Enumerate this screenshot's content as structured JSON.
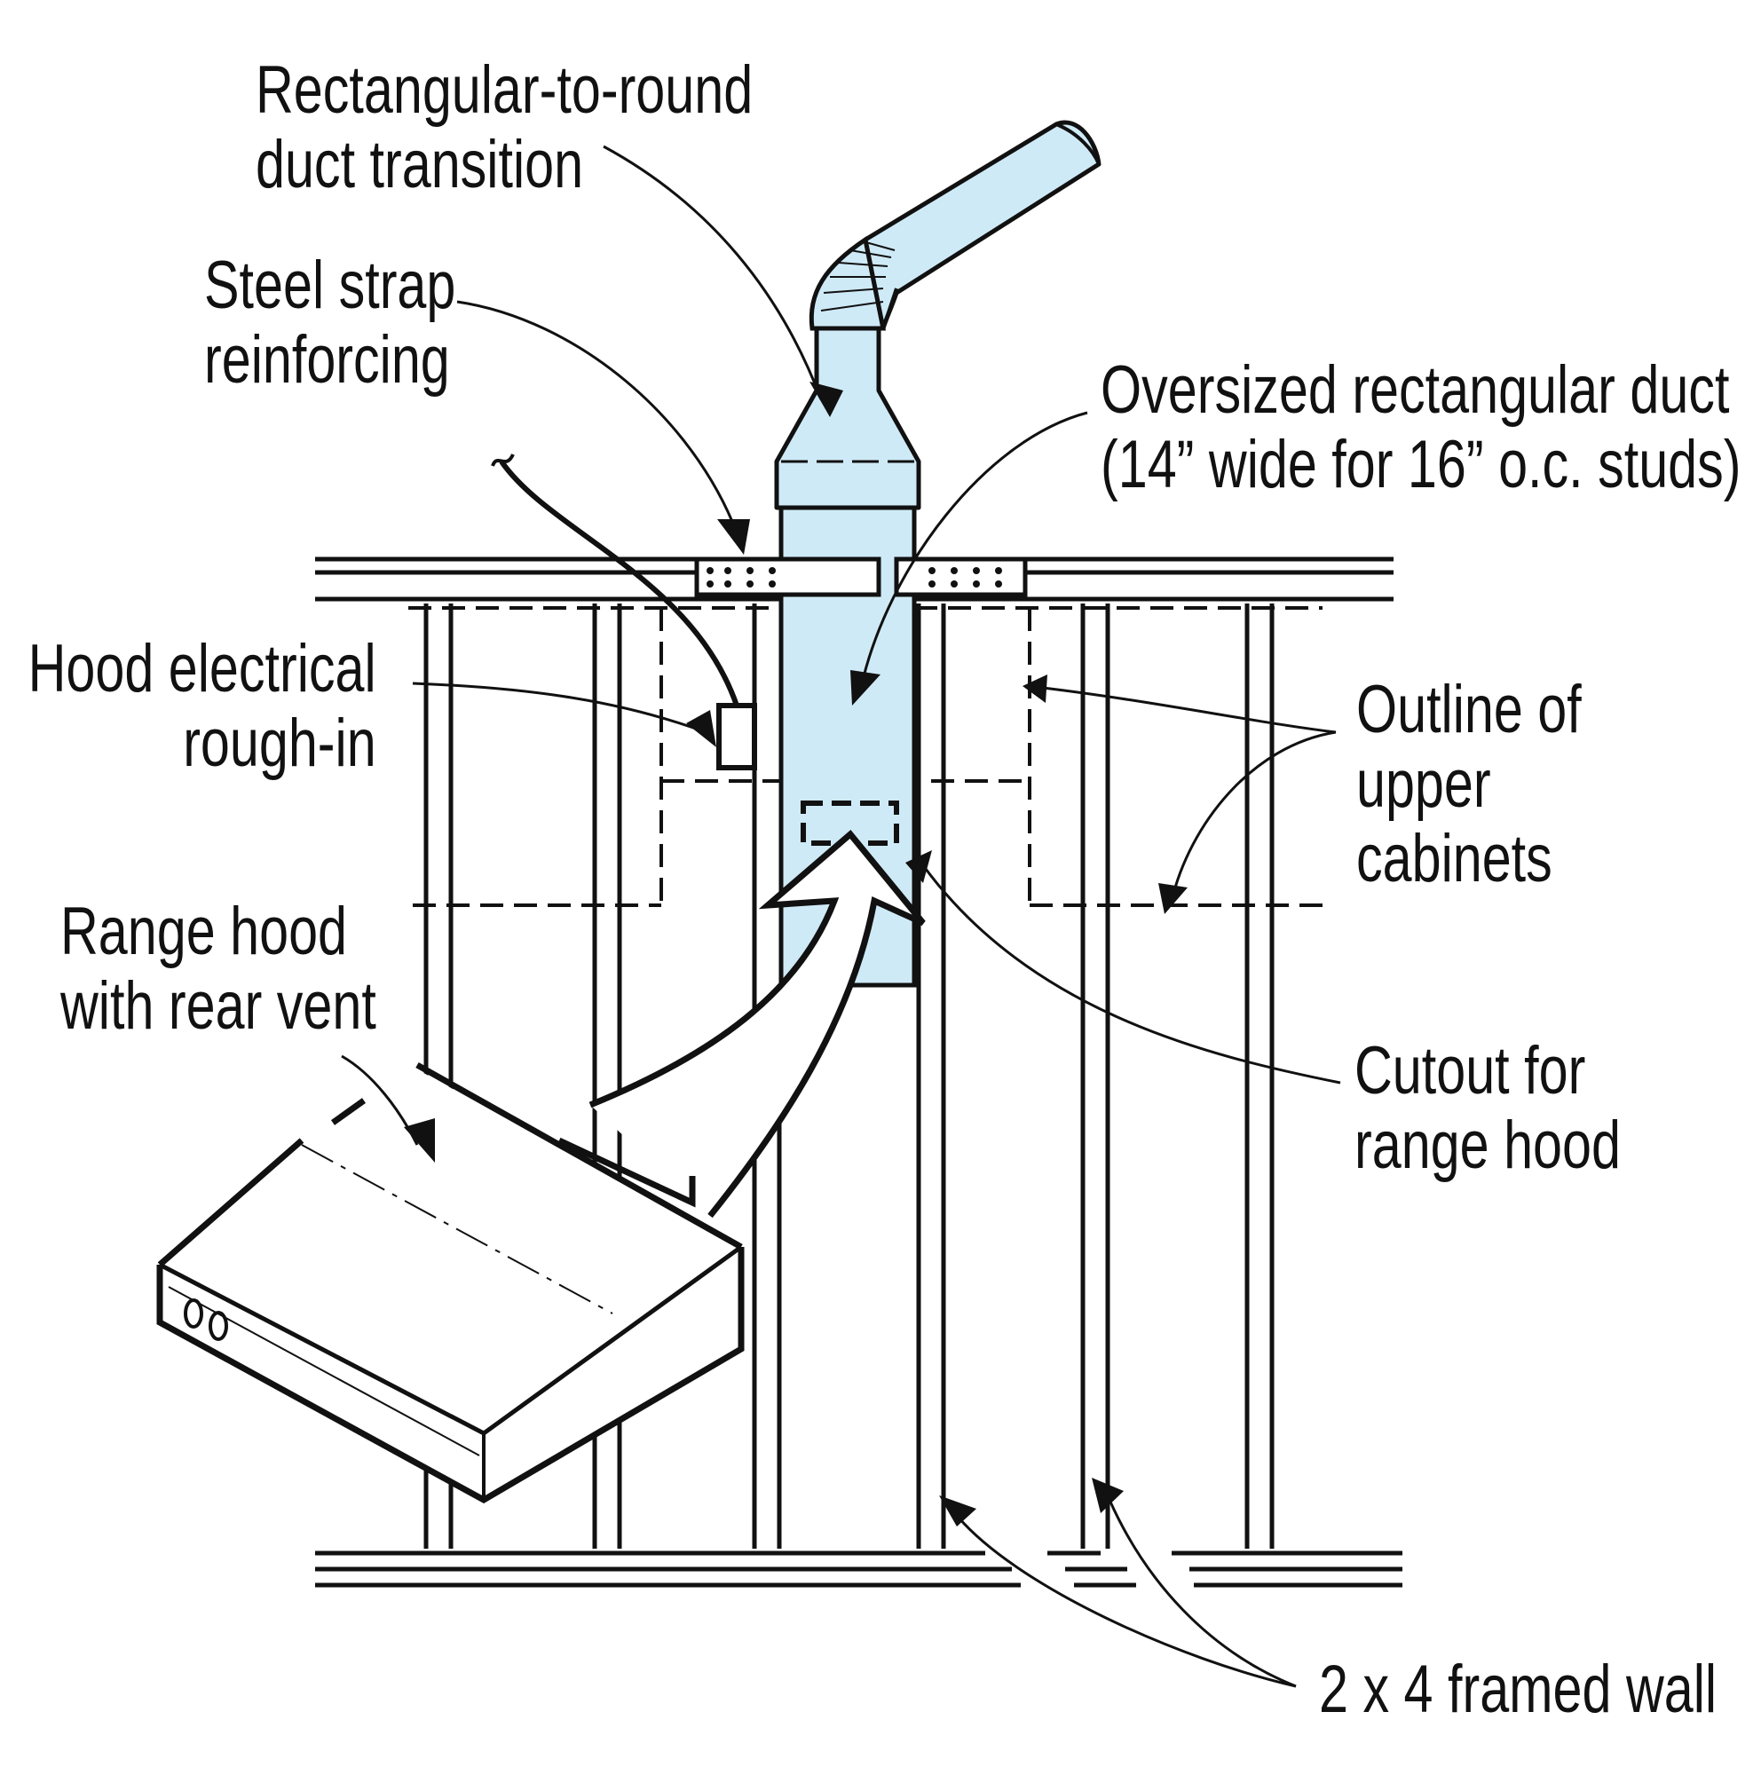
{
  "colors": {
    "duct_fill": "#cfeaf7",
    "line": "#111111",
    "background": "#ffffff"
  },
  "labels": {
    "duct_transition": [
      "Rectangular-to-round",
      "duct transition"
    ],
    "steel_strap": [
      "Steel strap",
      "reinforcing"
    ],
    "oversized_duct": [
      "Oversized rectangular duct",
      "(14” wide for 16” o.c. studs)"
    ],
    "hood_electrical": [
      "Hood electrical",
      "rough-in"
    ],
    "outline_cabinets": [
      "Outline of",
      "upper",
      "cabinets"
    ],
    "range_hood": [
      "Range hood",
      "with rear vent"
    ],
    "cutout": [
      "Cutout for",
      "range hood"
    ],
    "framed_wall": [
      "2 x 4 framed wall"
    ]
  }
}
